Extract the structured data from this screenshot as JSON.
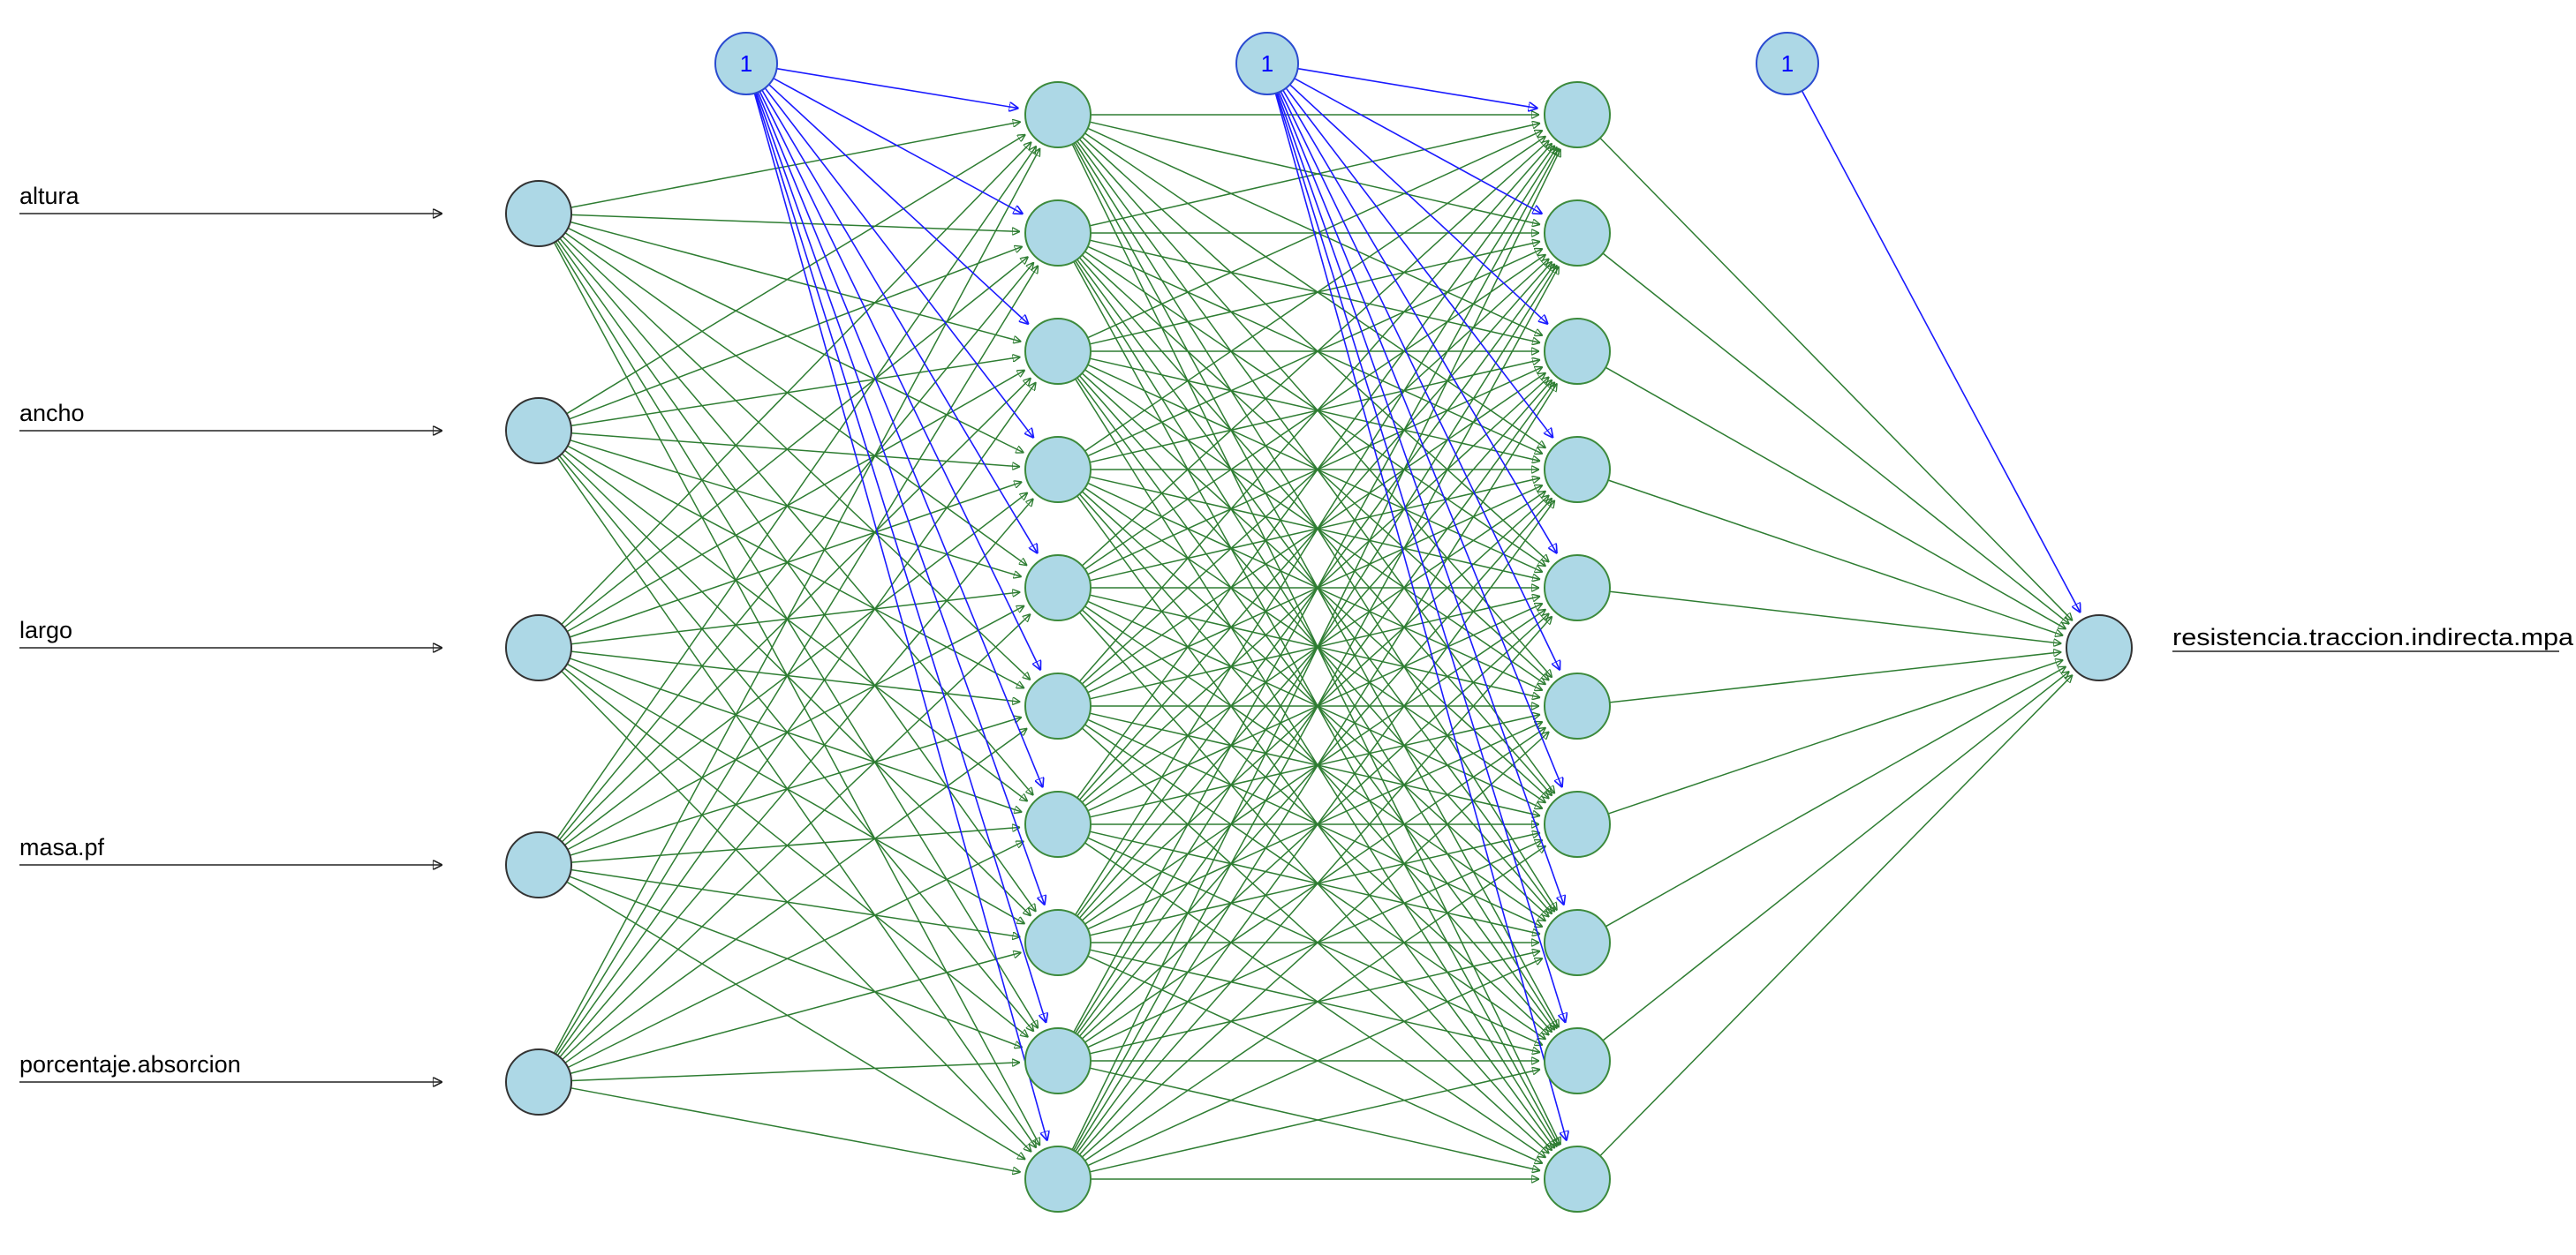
{
  "diagram": {
    "inputs": [
      "altura",
      "ancho",
      "largo",
      "masa.pf",
      "porcentaje.absorcion"
    ],
    "output": "resistencia.traccion.indirecta.mpa",
    "bias_label": "1",
    "hidden_layer_sizes": [
      10,
      10
    ],
    "colors": {
      "weight_edge": "#2e7d32",
      "bias_edge": "#1a1aff",
      "node_fill": "#add8e6",
      "input_node_stroke": "#333333",
      "hidden_node_stroke": "#3c8a3c",
      "bias_node_stroke": "#2a4bd0",
      "bias_text": "#0000ff",
      "input_line": "#222222"
    }
  }
}
